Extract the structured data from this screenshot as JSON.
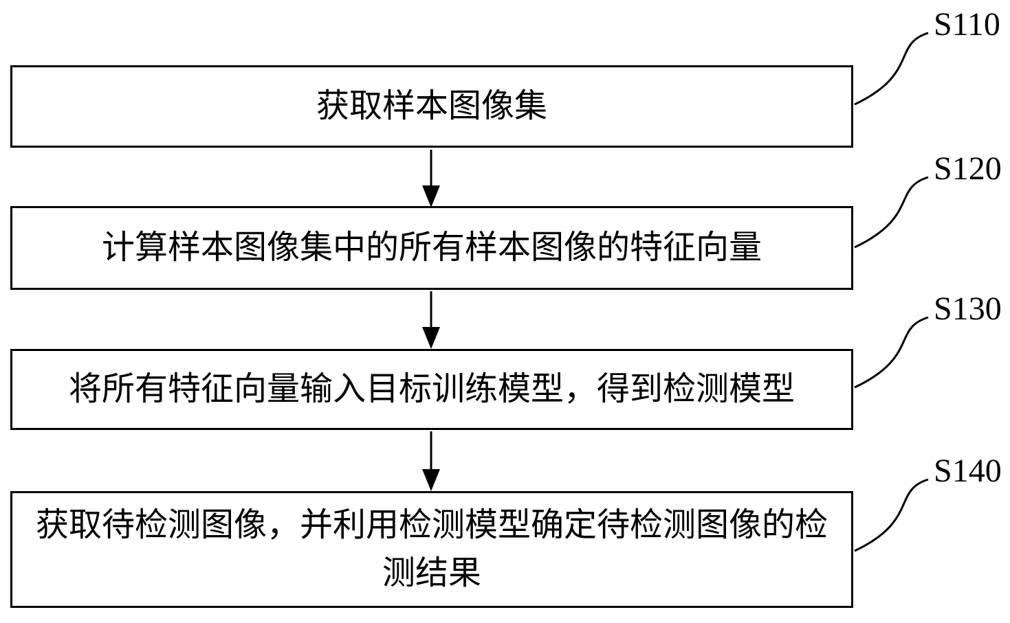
{
  "figure": {
    "type": "flowchart",
    "background": "#ffffff",
    "line_color": "#000000",
    "steps": [
      {
        "label": "S110",
        "text": "获取样本图像集"
      },
      {
        "label": "S120",
        "text": "计算样本图像集中的所有样本图像的特征向量"
      },
      {
        "label": "S130",
        "text": "将所有特征向量输入目标训练模型，得到检测模型"
      },
      {
        "label": "S140",
        "text": "获取待检测图像，并利用检测模型确定待检测图像的检测结果"
      }
    ]
  }
}
